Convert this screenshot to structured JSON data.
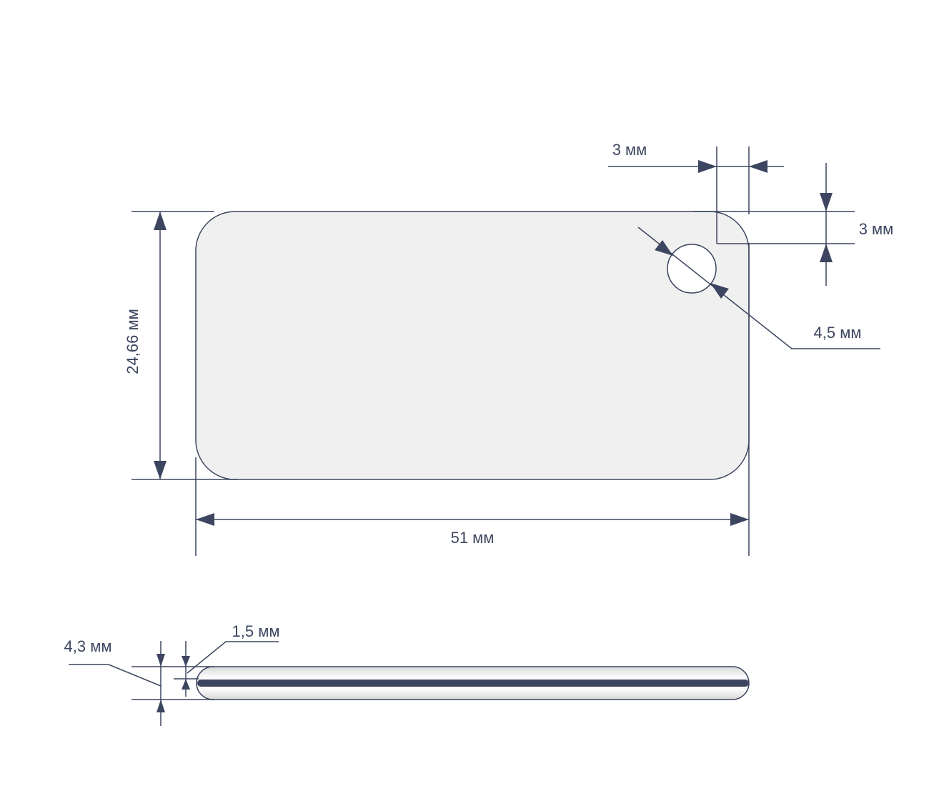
{
  "colors": {
    "line": "#3d4660",
    "plate": "#f0f0f0",
    "band": "#3d4660"
  },
  "top_view": {
    "height_label": "24,66 мм",
    "width_label": "51 мм",
    "hole_offset_x_label": "3 мм",
    "hole_offset_y_label": "3 мм",
    "hole_diameter_label": "4,5 мм"
  },
  "side_view": {
    "thickness_label": "4,3 мм",
    "band_label": "1,5 мм"
  }
}
